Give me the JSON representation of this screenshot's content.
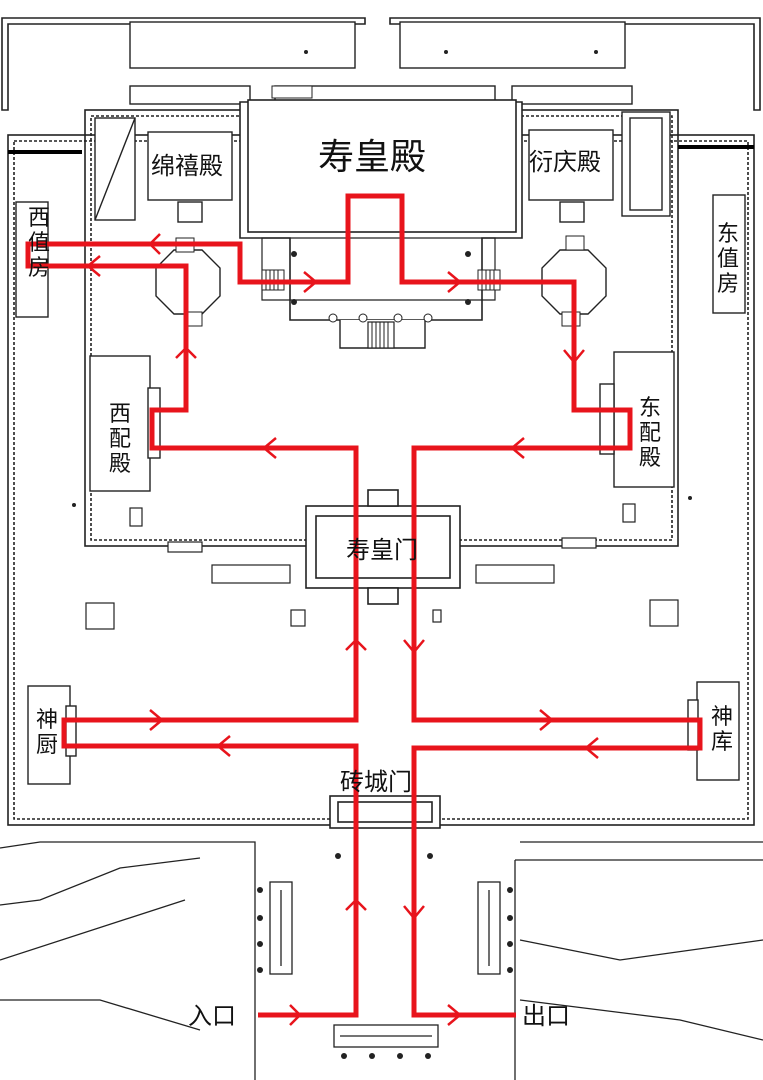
{
  "labels": {
    "shouhuang_hall": "寿皇殿",
    "mianxi_hall": "绵禧殿",
    "yanqing_hall": "衍庆殿",
    "west_duty_room": "西值房",
    "east_duty_room": "东值房",
    "west_side_hall": "西配殿",
    "east_side_hall": "东配殿",
    "shouhuang_gate": "寿皇门",
    "divine_kitchen": "神厨",
    "divine_storehouse": "神库",
    "brick_gate": "砖城门",
    "entrance": "入口",
    "exit": "出口"
  },
  "colors": {
    "route": "#e8141c",
    "outline": "#222222",
    "fill": "#ffffff"
  },
  "icons": [
    "arrow-icon",
    "lamp-icon",
    "pavilion-icon",
    "octagon-pavilion-icon",
    "stairs-icon"
  ]
}
